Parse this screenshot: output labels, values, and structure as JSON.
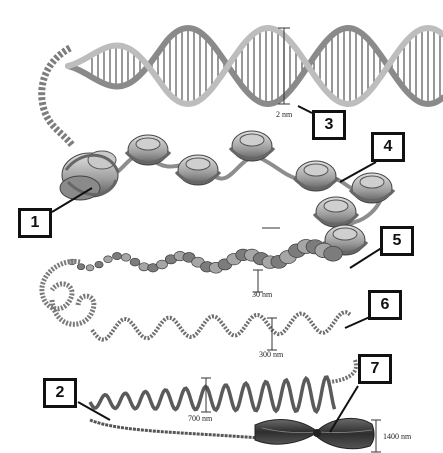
{
  "callouts": [
    {
      "id": "1",
      "label": "1"
    },
    {
      "id": "2",
      "label": "2"
    },
    {
      "id": "3",
      "label": "3"
    },
    {
      "id": "4",
      "label": "4"
    },
    {
      "id": "5",
      "label": "5"
    },
    {
      "id": "6",
      "label": "6"
    },
    {
      "id": "7",
      "label": "7"
    }
  ],
  "scale_labels": {
    "dna_width": "2 nm",
    "fiber": "30 nm",
    "loops": "300 nm",
    "coil": "700 nm",
    "chromosome": "1400 nm"
  },
  "colors": {
    "dna_strand": "#8a8a8a",
    "dna_strand_light": "#bdbdbd",
    "histone": "#9c9c9c",
    "histone_light": "#cfcfcf",
    "fiber": "#6f6f6f",
    "chromosome": "#3d3d3d"
  }
}
